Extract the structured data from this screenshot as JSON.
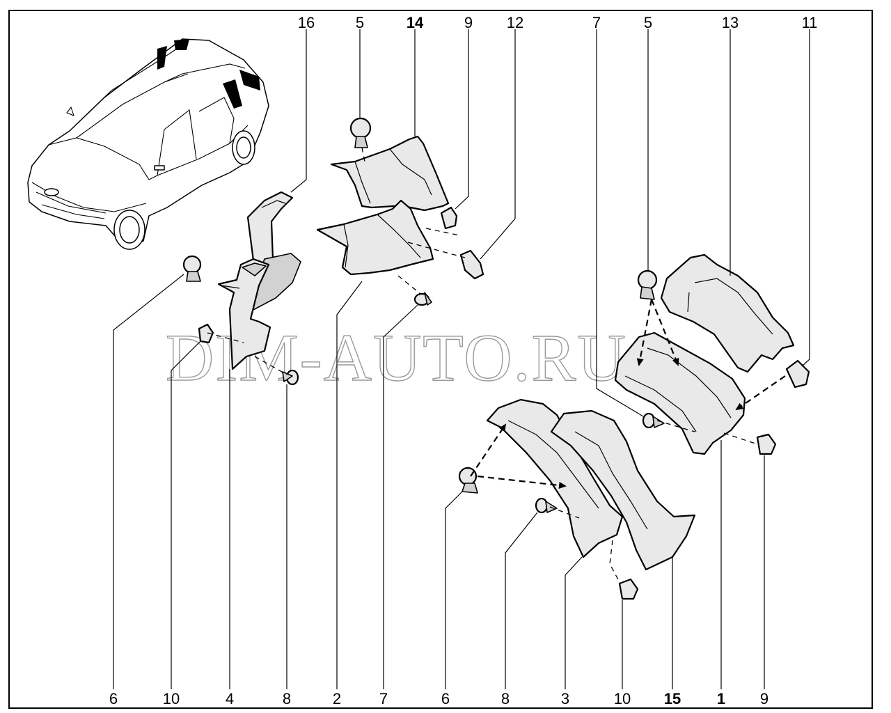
{
  "watermark": "DIM-AUTO.RU",
  "callouts_top": [
    {
      "id": "16",
      "bold": false
    },
    {
      "id": "5",
      "bold": false
    },
    {
      "id": "14",
      "bold": true
    },
    {
      "id": "9",
      "bold": false
    },
    {
      "id": "12",
      "bold": false
    },
    {
      "id": "7",
      "bold": false
    },
    {
      "id": "5",
      "bold": false
    },
    {
      "id": "13",
      "bold": false
    },
    {
      "id": "11",
      "bold": false
    }
  ],
  "callouts_bottom": [
    {
      "id": "6",
      "bold": false
    },
    {
      "id": "10",
      "bold": false
    },
    {
      "id": "4",
      "bold": false
    },
    {
      "id": "8",
      "bold": false
    },
    {
      "id": "2",
      "bold": false
    },
    {
      "id": "7",
      "bold": false
    },
    {
      "id": "6",
      "bold": false
    },
    {
      "id": "8",
      "bold": false
    },
    {
      "id": "3",
      "bold": false
    },
    {
      "id": "10",
      "bold": false
    },
    {
      "id": "15",
      "bold": true
    },
    {
      "id": "1",
      "bold": true
    },
    {
      "id": "9",
      "bold": false
    }
  ]
}
